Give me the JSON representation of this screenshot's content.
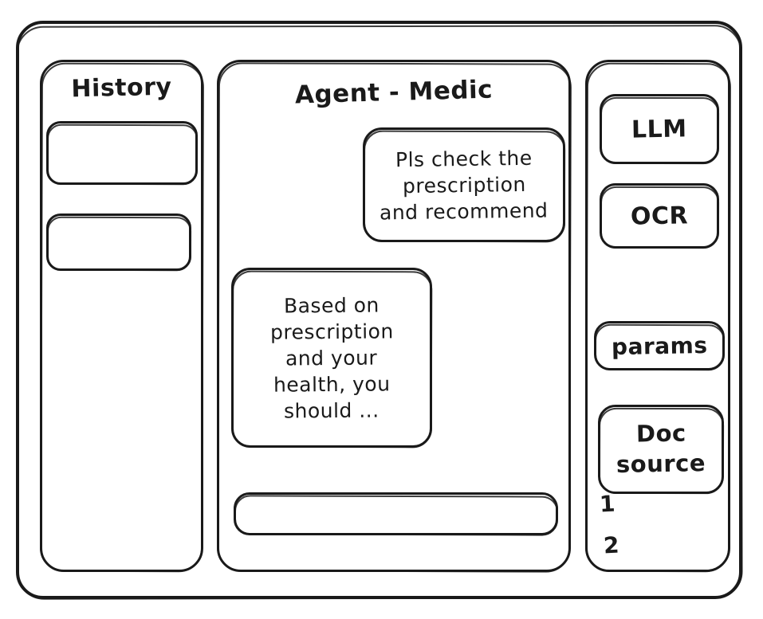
{
  "window": {
    "title": "Agent - Medic"
  },
  "history": {
    "title": "History",
    "items": [
      {
        "label": ""
      },
      {
        "label": ""
      }
    ]
  },
  "chat": {
    "title": "Agent - Medic",
    "messages": [
      {
        "role": "user",
        "lines": [
          "Pls check the",
          "prescription",
          "and recommend"
        ]
      },
      {
        "role": "agent",
        "lines": [
          "Based on",
          "prescription",
          "and your",
          "health, you",
          "should ..."
        ]
      }
    ],
    "input": {
      "value": "",
      "placeholder": ""
    }
  },
  "tools": {
    "buttons": [
      {
        "label": "LLM"
      },
      {
        "label": "OCR"
      },
      {
        "label": "params"
      }
    ],
    "doc_source": {
      "label": "Doc\nsource",
      "line1": "Doc",
      "line2": "source",
      "items": [
        "1",
        "2"
      ]
    }
  },
  "colors": {
    "stroke": "#1a1a1a",
    "background": "#ffffff"
  }
}
